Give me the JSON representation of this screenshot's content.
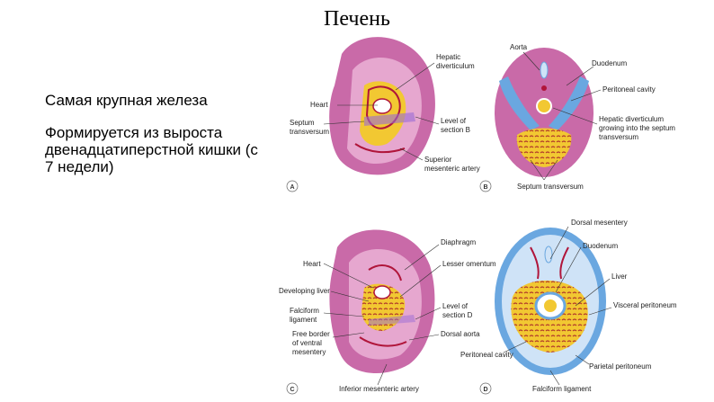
{
  "slide": {
    "title": "Печень",
    "bullets": [
      "Самая крупная железа",
      "Формируется из выроста двенадцатиперстной кишки (с 7 недели)"
    ]
  },
  "figure": {
    "panel_a": {
      "letter": "A",
      "labels": {
        "hepatic_diverticulum_1": "Hepatic",
        "hepatic_diverticulum_2": "diverticulum",
        "heart": "Heart",
        "septum_transversum_1": "Septum",
        "septum_transversum_2": "transversum",
        "level_of_section_1": "Level of",
        "level_of_section_2": "section B",
        "superior_mesenteric_1": "Superior",
        "superior_mesenteric_2": "mesenteric artery"
      }
    },
    "panel_b": {
      "letter": "B",
      "labels": {
        "aorta": "Aorta",
        "duodenum": "Duodenum",
        "peritoneal_cavity": "Peritoneal cavity",
        "hepatic_growing_1": "Hepatic diverticulum",
        "hepatic_growing_2": "growing into the septum",
        "hepatic_growing_3": "transversum",
        "septum_transversum": "Septum transversum"
      }
    },
    "panel_c": {
      "letter": "C",
      "labels": {
        "diaphragm": "Diaphragm",
        "heart": "Heart",
        "lesser_omentum": "Lesser omentum",
        "developing_liver": "Developing liver",
        "falciform_1": "Falciform",
        "falciform_2": "ligament",
        "level_of_section_1": "Level of",
        "level_of_section_2": "section D",
        "free_border_1": "Free border",
        "free_border_2": "of ventral",
        "free_border_3": "mesentery",
        "dorsal_aorta": "Dorsal aorta",
        "inferior_mesenteric": "Inferior mesenteric artery"
      }
    },
    "panel_d": {
      "letter": "D",
      "labels": {
        "dorsal_mesentery": "Dorsal mesentery",
        "duodenum": "Duodenum",
        "liver": "Liver",
        "visceral_peritoneum": "Visceral peritoneum",
        "peritoneal_cavity": "Peritoneal cavity",
        "parietal_peritoneum": "Parietal peritoneum",
        "falciform_ligament": "Falciform ligament"
      }
    },
    "colors": {
      "body_pink": "#c96aa8",
      "body_light": "#e6a7cf",
      "liver_yellow": "#f2c832",
      "liver_dots": "#b23a2a",
      "cavity_blue": "#6aa7e0",
      "cavity_light": "#cfe3f7",
      "artery_red": "#b0153a"
    }
  }
}
